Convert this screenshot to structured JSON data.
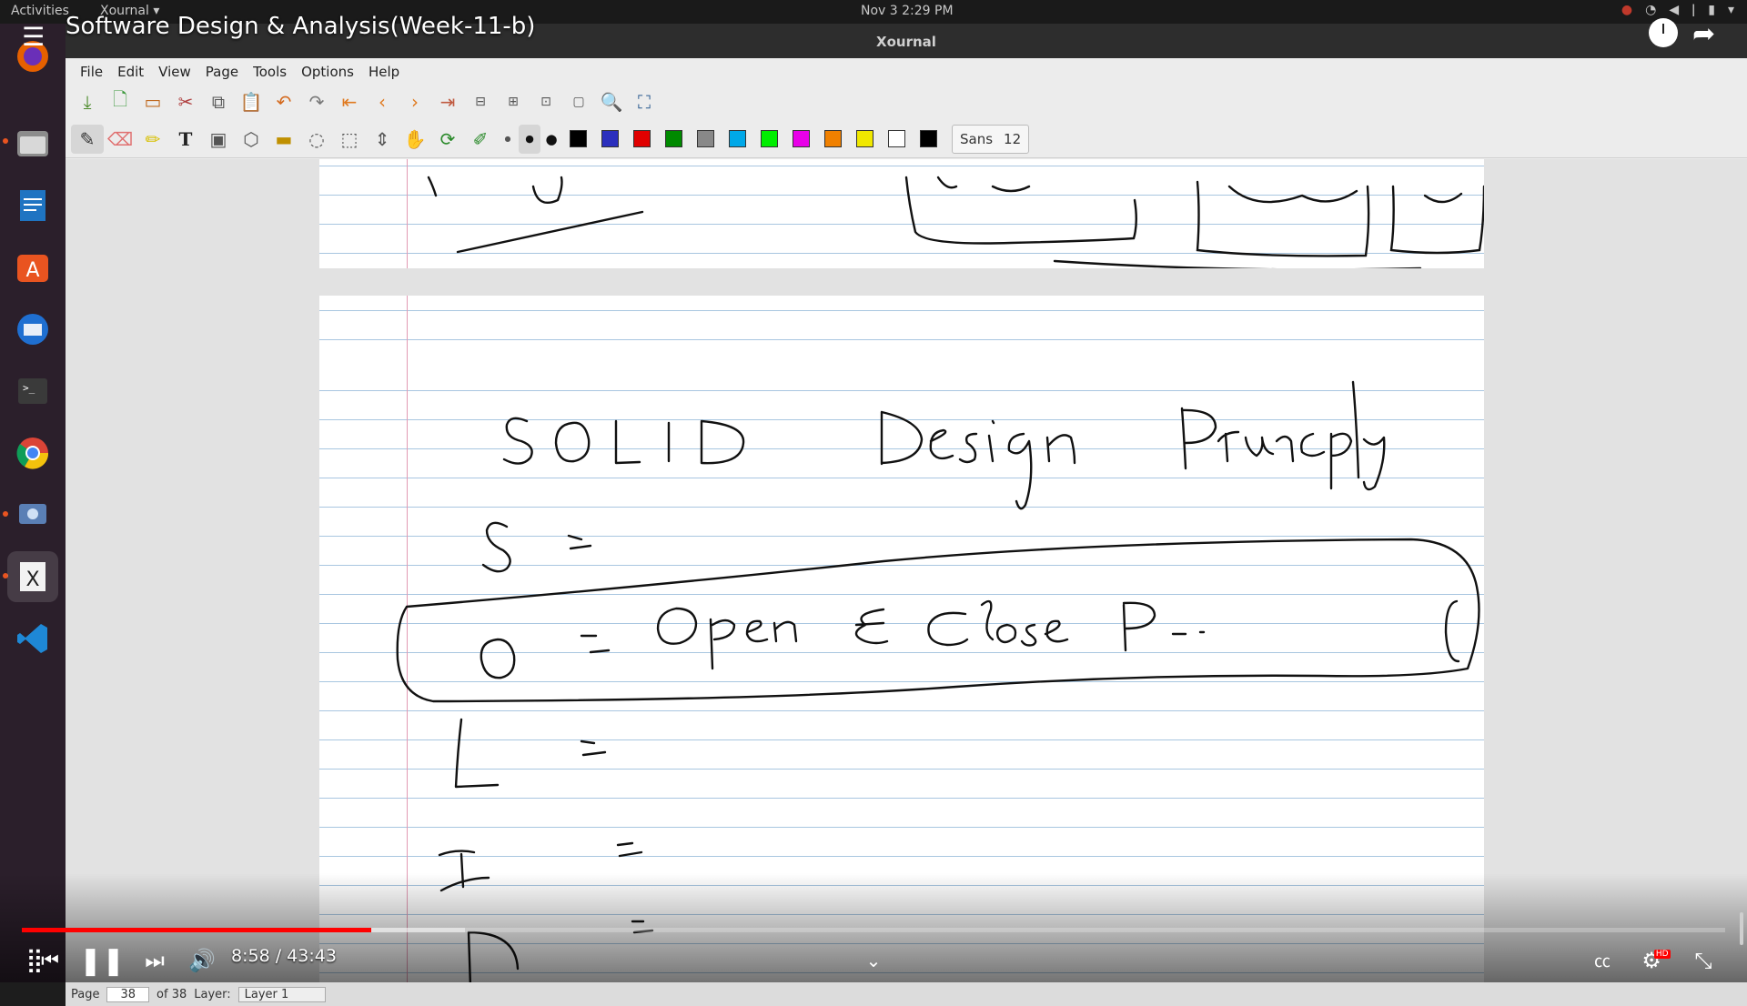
{
  "system": {
    "activities": "Activities",
    "app_menu": "Xournal ▾",
    "clock": "Nov 3  2:29 PM",
    "tray_icons": [
      "record-indicator-icon",
      "wifi-icon",
      "volume-icon",
      "mic-icon",
      "battery-icon",
      "system-menu-icon"
    ]
  },
  "dock": {
    "items": [
      "firefox-icon",
      "files-icon",
      "writer-icon",
      "software-center-icon",
      "thunderbird-icon",
      "terminal-icon",
      "chrome-icon",
      "screenshot-tool-icon",
      "xournal-icon",
      "vscode-icon"
    ],
    "active_item": "xournal-icon"
  },
  "window": {
    "title": "Xournal",
    "menus": [
      "File",
      "Edit",
      "View",
      "Page",
      "Tools",
      "Options",
      "Help"
    ]
  },
  "toolbar1": {
    "icons": [
      "save-icon",
      "new-document-icon",
      "open-icon",
      "cut-icon",
      "copy-icon",
      "paste-icon",
      "undo-icon",
      "redo-icon",
      "first-page-icon",
      "previous-page-icon",
      "next-page-icon",
      "last-page-icon",
      "zoom-out-icon",
      "zoom-in-icon",
      "zoom-reset-icon",
      "zoom-width-icon",
      "zoom-search-icon",
      "fullscreen-icon"
    ]
  },
  "toolbar2": {
    "tools": [
      "pen-icon",
      "eraser-icon",
      "highlighter-icon",
      "text-icon",
      "image-icon",
      "shape-icon",
      "ruler-icon",
      "lasso-icon",
      "rect-select-icon",
      "vertical-space-icon",
      "hand-icon",
      "default-tool-icon",
      "pen-settings-icon"
    ],
    "selected_tool": "pen-icon",
    "colors": [
      "#000000",
      "#2b2fbd",
      "#e00000",
      "#008a00",
      "#888888",
      "#00a8e8",
      "#00ee00",
      "#e800e8",
      "#f08000",
      "#f0e800",
      "#ffffff",
      "#000000"
    ],
    "font_name": "Sans",
    "font_size": "12"
  },
  "document": {
    "heading": "SOLID Design Principles",
    "items": [
      "S =",
      "O = Open & Close P..",
      "L =",
      "I =",
      "D ="
    ]
  },
  "statusbar": {
    "page_label": "Page",
    "page_value": "38",
    "of_label": "of 38",
    "layer_label": "Layer:",
    "layer_value": "Layer 1"
  },
  "player": {
    "video_title": "Software Design & Analysis(Week-11-b)",
    "current_time": "8:58",
    "duration": "43:43",
    "time_display": "8:58 / 43:43",
    "progress_fraction": 0.205,
    "buffered_fraction": 0.26,
    "hd_badge": "HD"
  }
}
